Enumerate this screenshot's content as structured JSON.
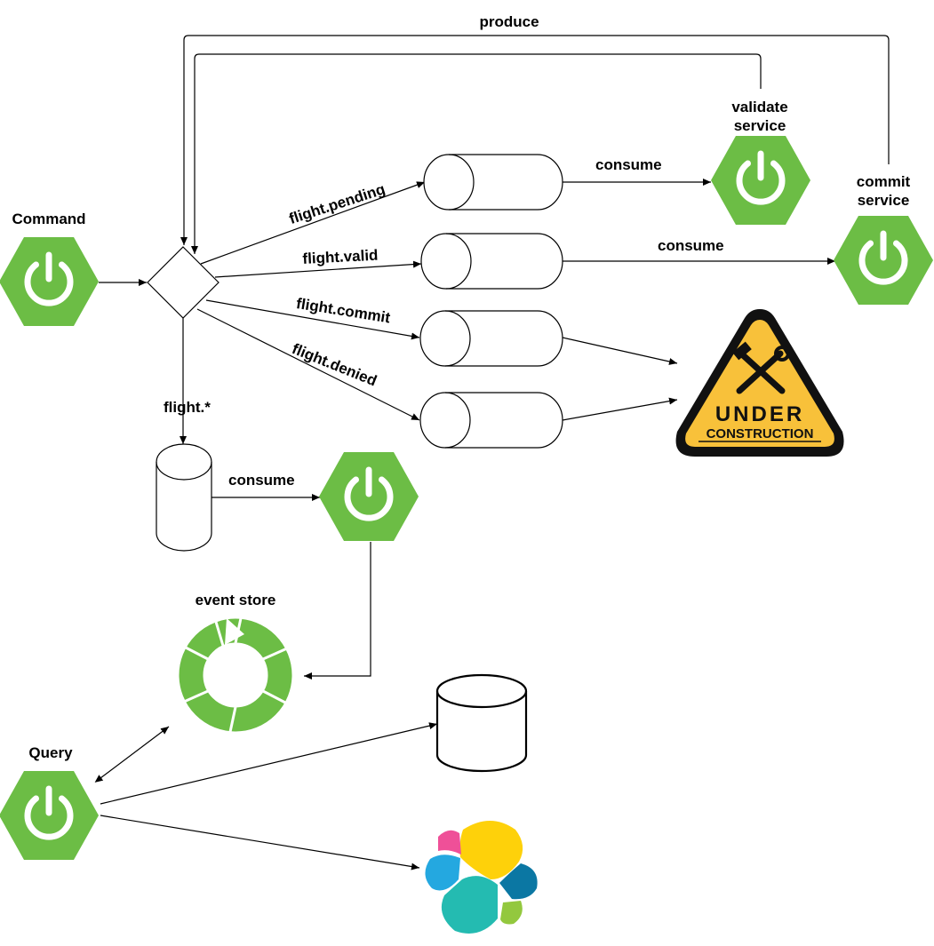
{
  "colors": {
    "spring_green": "#6cbd45",
    "line": "#000000",
    "warning_yellow": "#f8c13a",
    "elastic_yellow": "#fed10a",
    "elastic_pink": "#ef5098",
    "elastic_blue": "#24a8e0",
    "elastic_teal": "#24bbb1",
    "elastic_navy": "#0b77a3",
    "elastic_lime": "#93c83e"
  },
  "icons": {
    "command_service": "spring-boot-power-icon",
    "validate_service": "spring-boot-power-icon",
    "commit_service": "spring-boot-power-icon",
    "event_consumer": "spring-boot-power-icon",
    "query_service": "spring-boot-power-icon",
    "event_store": "circular-arrows-icon",
    "under_construction": "warning-triangle-tools-icon",
    "search_engine": "elasticsearch-logo-icon",
    "database": "database-cylinder-icon"
  },
  "nodes": {
    "command": "Command",
    "validate_service": "validate\nservice",
    "commit_service": "commit\nservice",
    "event_store": "event store",
    "query": "Query",
    "under_construction_line1": "UNDER",
    "under_construction_line2": "CONSTRUCTION"
  },
  "edges": {
    "produce": "produce",
    "flight_pending": "flight.pending",
    "flight_valid": "flight.valid",
    "flight_commit": "flight.commit",
    "flight_denied": "flight.denied",
    "flight_all": "flight.*",
    "consume_validate": "consume",
    "consume_commit": "consume",
    "consume_events": "consume"
  }
}
